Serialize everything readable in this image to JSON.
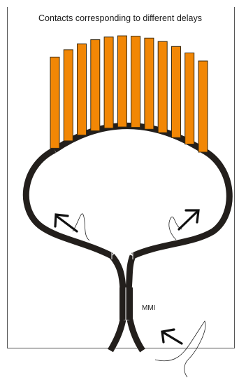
{
  "title": "Contacts corresponding to different delays",
  "mmi_label": "MMI",
  "contact_count": 12,
  "colors": {
    "contact_fill": "#f28705",
    "contact_stroke": "#3a2a10",
    "waveguide": "#231f1c"
  },
  "icons": [
    "arrow-icon",
    "arrow-icon",
    "arrow-icon"
  ]
}
